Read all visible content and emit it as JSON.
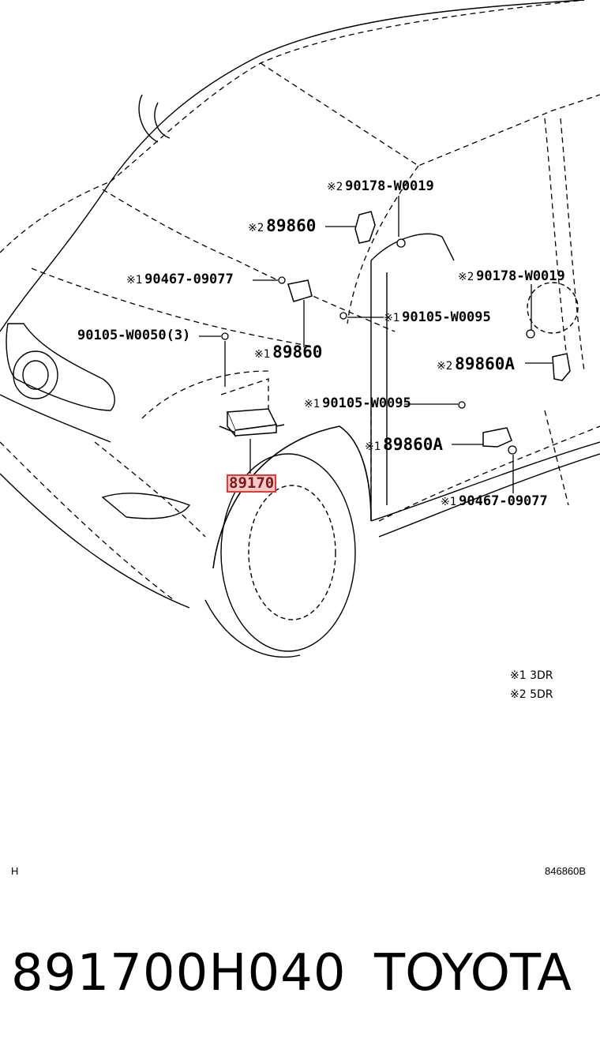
{
  "callouts": {
    "bolt_90178_top": {
      "mark": "※2",
      "part": "90178-W0019"
    },
    "sensor_89860_top": {
      "mark": "※2",
      "part": "89860"
    },
    "nut_90467_left": {
      "mark": "※1",
      "part": "90467-09077"
    },
    "bolt_90105_left": {
      "part": "90105-W0050(3)"
    },
    "bolt_90105_mid": {
      "mark": "※1",
      "part": "90105-W0095"
    },
    "sensor_89860_mid": {
      "mark": "※1",
      "part": "89860"
    },
    "bolt_90178_right": {
      "mark": "※2",
      "part": "90178-W0019"
    },
    "sensor_89860A_right": {
      "mark": "※2",
      "part": "89860A"
    },
    "bolt_90105_low": {
      "mark": "※1",
      "part": "90105-W0095"
    },
    "sensor_89860A_low": {
      "mark": "※1",
      "part": "89860A"
    },
    "ecu_89170": {
      "part": "89170"
    },
    "nut_90467_low": {
      "mark": "※1",
      "part": "90467-09077"
    }
  },
  "legend": [
    {
      "mark": "※1",
      "text": "3DR"
    },
    {
      "mark": "※2",
      "text": "5DR"
    }
  ],
  "corner_left": "H",
  "diagram_code": "846860B",
  "footer": {
    "part_number": "891700H040",
    "brand": "TOYOTA"
  },
  "colors": {
    "highlight_border": "#e53935",
    "highlight_fill": "#f6c9c9"
  }
}
